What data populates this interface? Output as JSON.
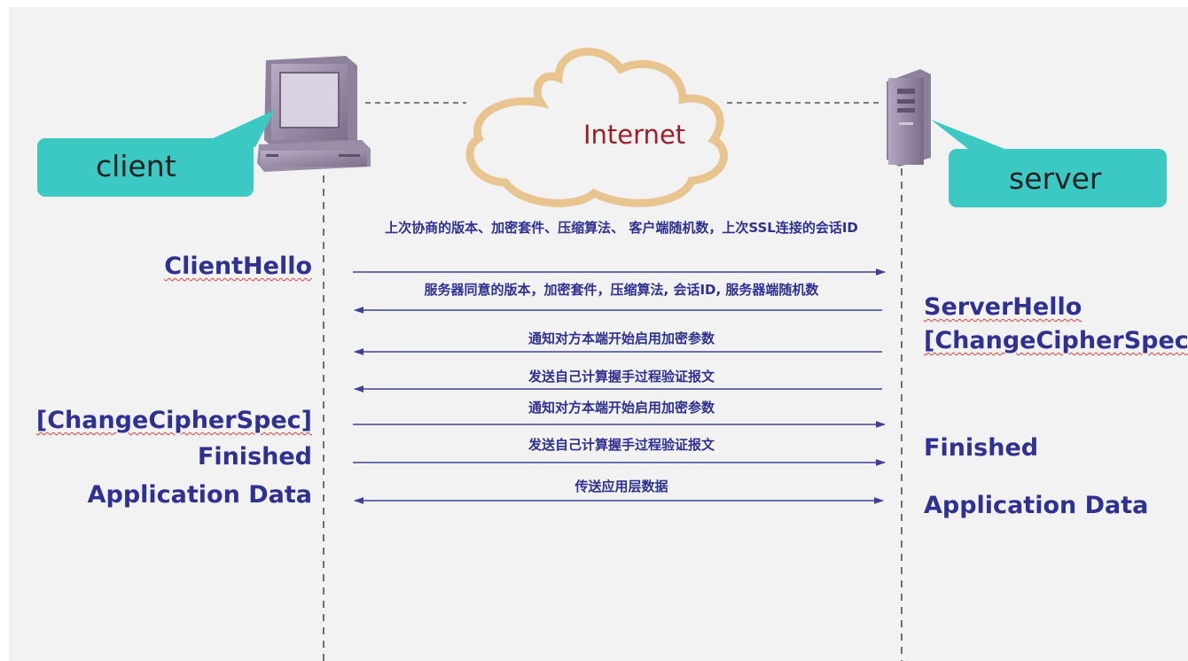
{
  "actors": {
    "client_label": "client",
    "server_label": "server"
  },
  "network": {
    "label": "Internet"
  },
  "client_phases": {
    "client_hello": "ClientHello",
    "change_cipher_spec": "[ChangeCipherSpec]",
    "finished": "Finished",
    "application_data": "Application Data"
  },
  "server_phases": {
    "server_hello": "ServerHello",
    "change_cipher_spec": "[ChangeCipherSpec",
    "finished": "Finished",
    "application_data": "Application Data"
  },
  "messages": [
    {
      "text": "上次协商的版本、加密套件、压缩算法、 客户端随机数，上次SSL连接的会话ID",
      "direction": "client-to-server"
    },
    {
      "text": "服务器同意的版本，加密套件，压缩算法, 会话ID, 服务器端随机数",
      "direction": "server-to-client"
    },
    {
      "text": "通知对方本端开始启用加密参数",
      "direction": "server-to-client"
    },
    {
      "text": "发送自己计算握手过程验证报文",
      "direction": "server-to-client"
    },
    {
      "text": "通知对方本端开始启用加密参数",
      "direction": "client-to-server"
    },
    {
      "text": "发送自己计算握手过程验证报文",
      "direction": "client-to-server"
    },
    {
      "text": "传送应用层数据",
      "direction": "bidirectional"
    }
  ],
  "colors": {
    "slide_background": "#f2f2f2",
    "callout_fill": "#3cc8c3",
    "phase_text": "#2e3192",
    "arrow": "#3f3f9a",
    "cloud_outline": "#e8c48f",
    "internet_text": "#9a1f2a",
    "device_body": "#9d8fa8"
  }
}
